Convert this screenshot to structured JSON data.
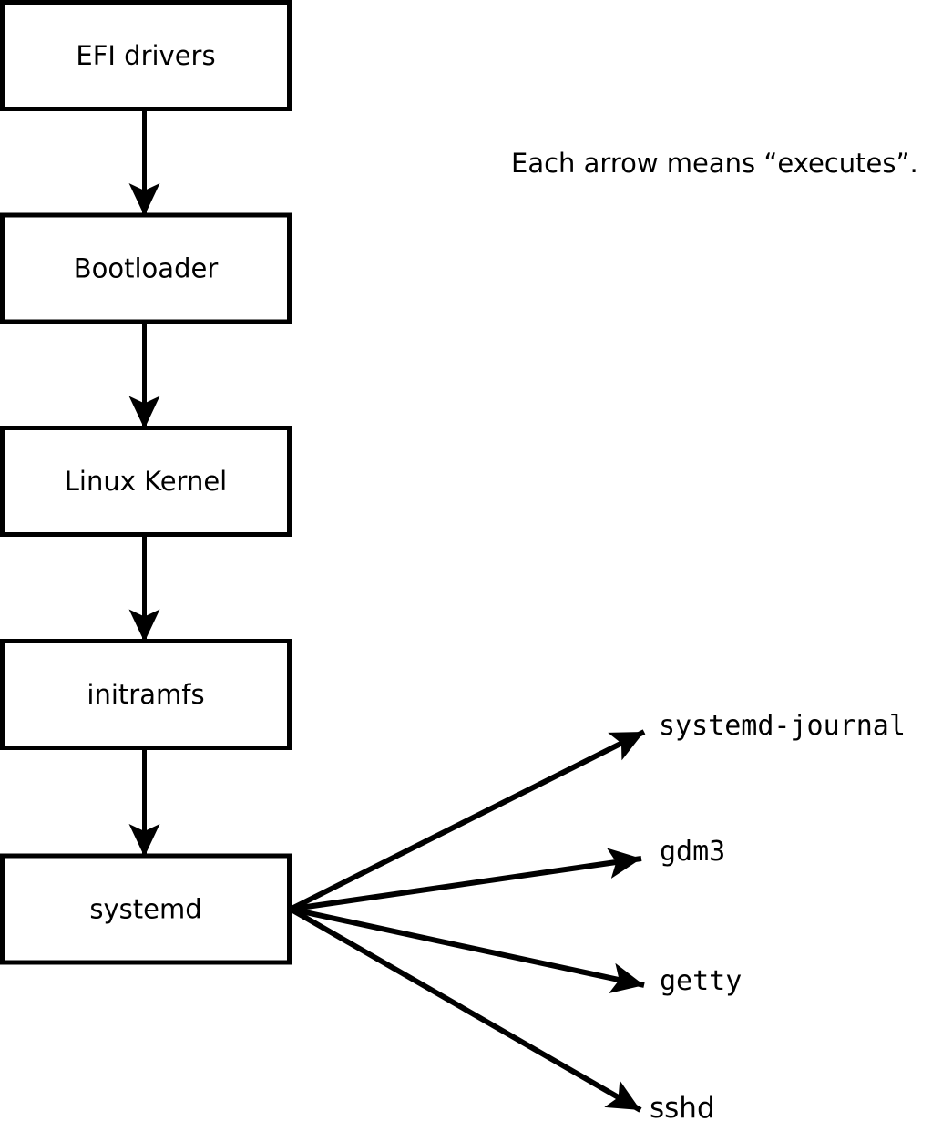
{
  "note": "Each arrow means “executes”.",
  "colors": {
    "background": "#ffffff",
    "stroke": "#000000",
    "text": "#000000"
  },
  "flow_boxes": [
    {
      "id": "efi-drivers",
      "label": "EFI drivers"
    },
    {
      "id": "bootloader",
      "label": "Bootloader"
    },
    {
      "id": "linux-kernel",
      "label": "Linux Kernel"
    },
    {
      "id": "initramfs",
      "label": "initramfs"
    },
    {
      "id": "systemd",
      "label": "systemd"
    }
  ],
  "spawned_processes": [
    {
      "id": "systemd-journal",
      "label": "systemd-journal"
    },
    {
      "id": "gdm3",
      "label": "gdm3"
    },
    {
      "id": "getty",
      "label": "getty"
    },
    {
      "id": "sshd",
      "label": "sshd"
    }
  ]
}
